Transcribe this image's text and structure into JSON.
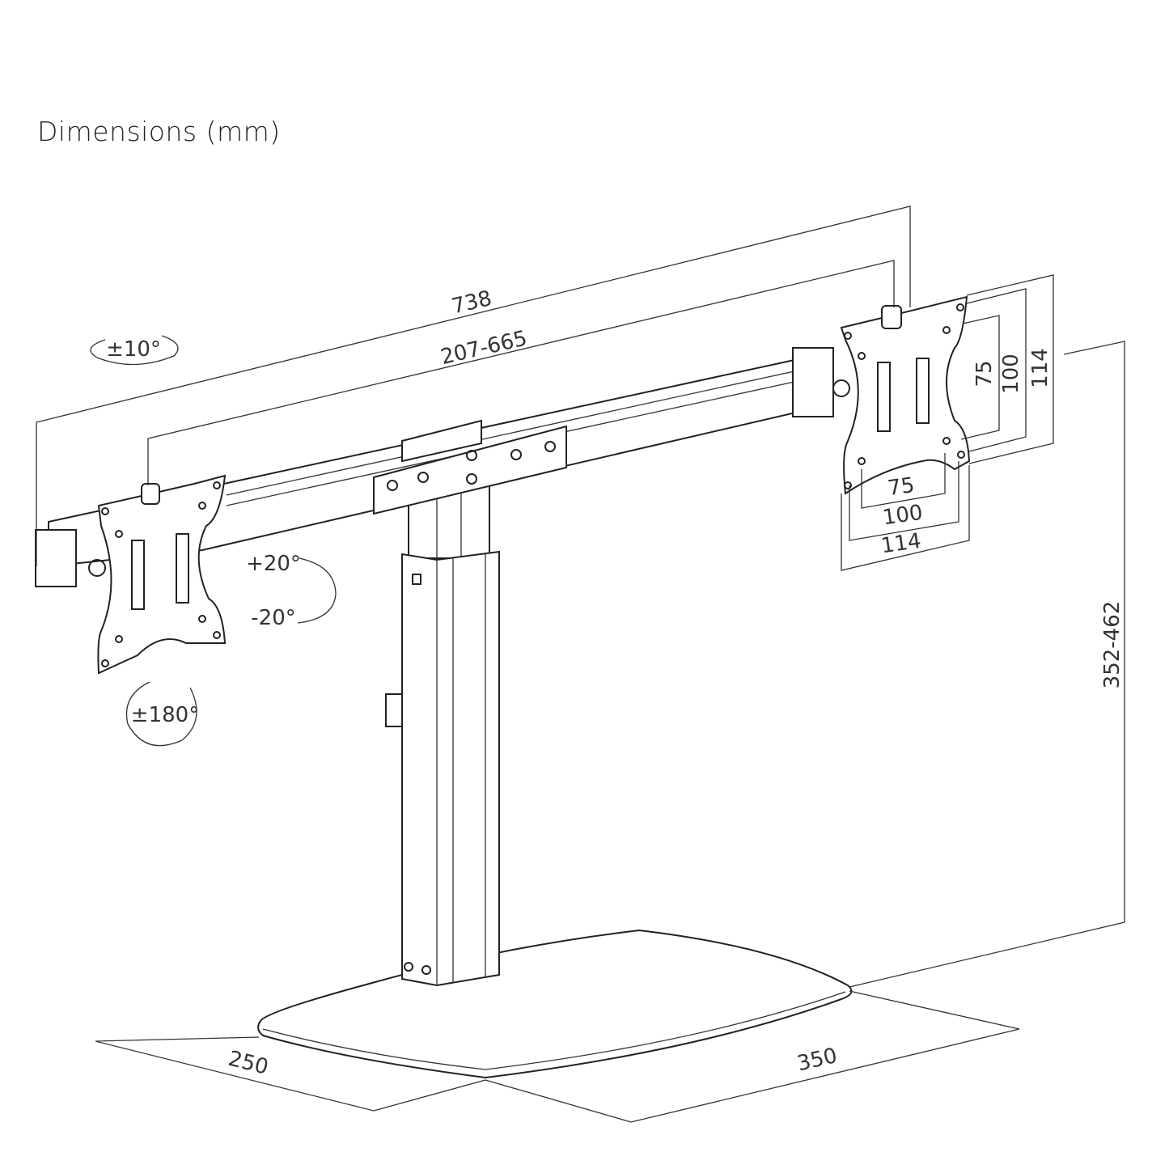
{
  "title": "Dimensions (mm)",
  "dimensions": {
    "overall_width": "738",
    "arm_range": "207-665",
    "height_range": "352-462",
    "base_depth": "250",
    "base_width": "350",
    "vesa_vertical": [
      "75",
      "100",
      "114"
    ],
    "vesa_horizontal": [
      "75",
      "100",
      "114"
    ]
  },
  "rotations": {
    "level": "±10°",
    "tilt_up": "+20°",
    "tilt_down": "-20°",
    "rotate": "±180°"
  }
}
